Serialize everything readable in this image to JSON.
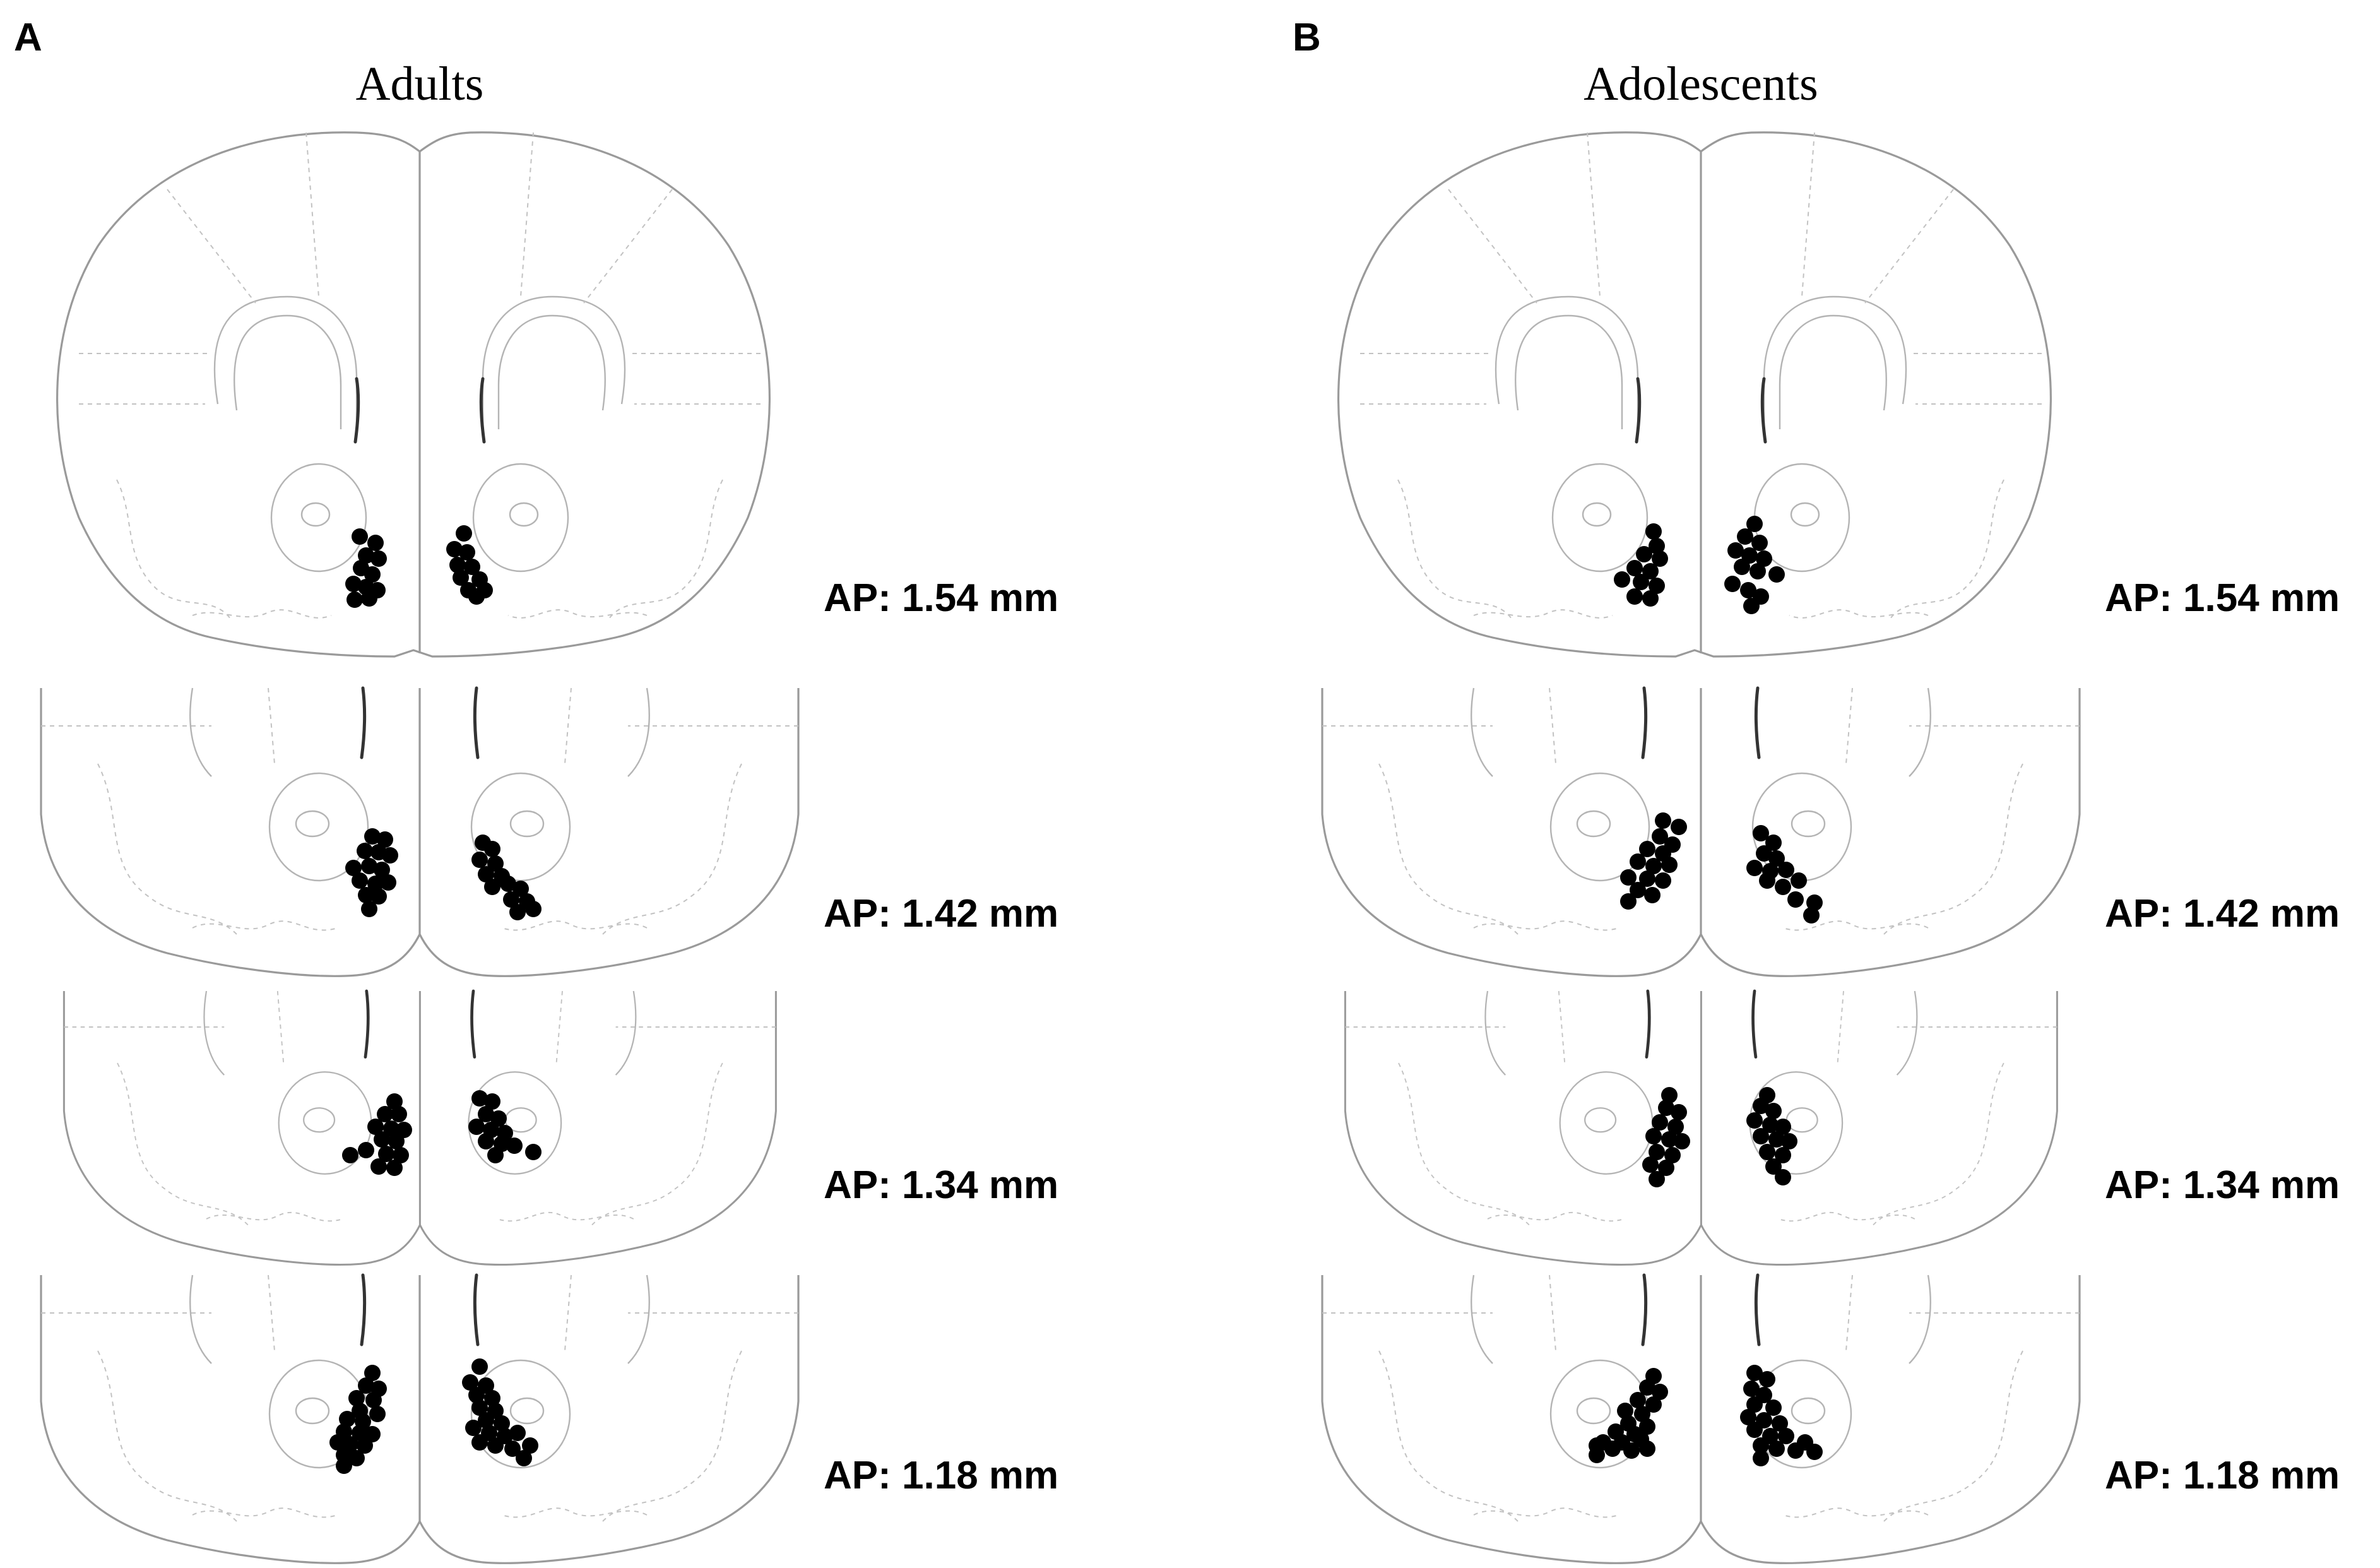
{
  "panels": [
    {
      "letter": "A",
      "title": "Adults",
      "sections": [
        {
          "ap_label": "AP: 1.54 mm"
        },
        {
          "ap_label": "AP: 1.42 mm"
        },
        {
          "ap_label": "AP: 1.34 mm"
        },
        {
          "ap_label": "AP: 1.18 mm"
        }
      ]
    },
    {
      "letter": "B",
      "title": "Adolescents",
      "sections": [
        {
          "ap_label": "AP: 1.54 mm"
        },
        {
          "ap_label": "AP: 1.42 mm"
        },
        {
          "ap_label": "AP: 1.34 mm"
        },
        {
          "ap_label": "AP: 1.18 mm"
        }
      ]
    }
  ],
  "colors": {
    "outline": "#9a9a9a",
    "marker": "#000000",
    "background": "#ffffff"
  }
}
